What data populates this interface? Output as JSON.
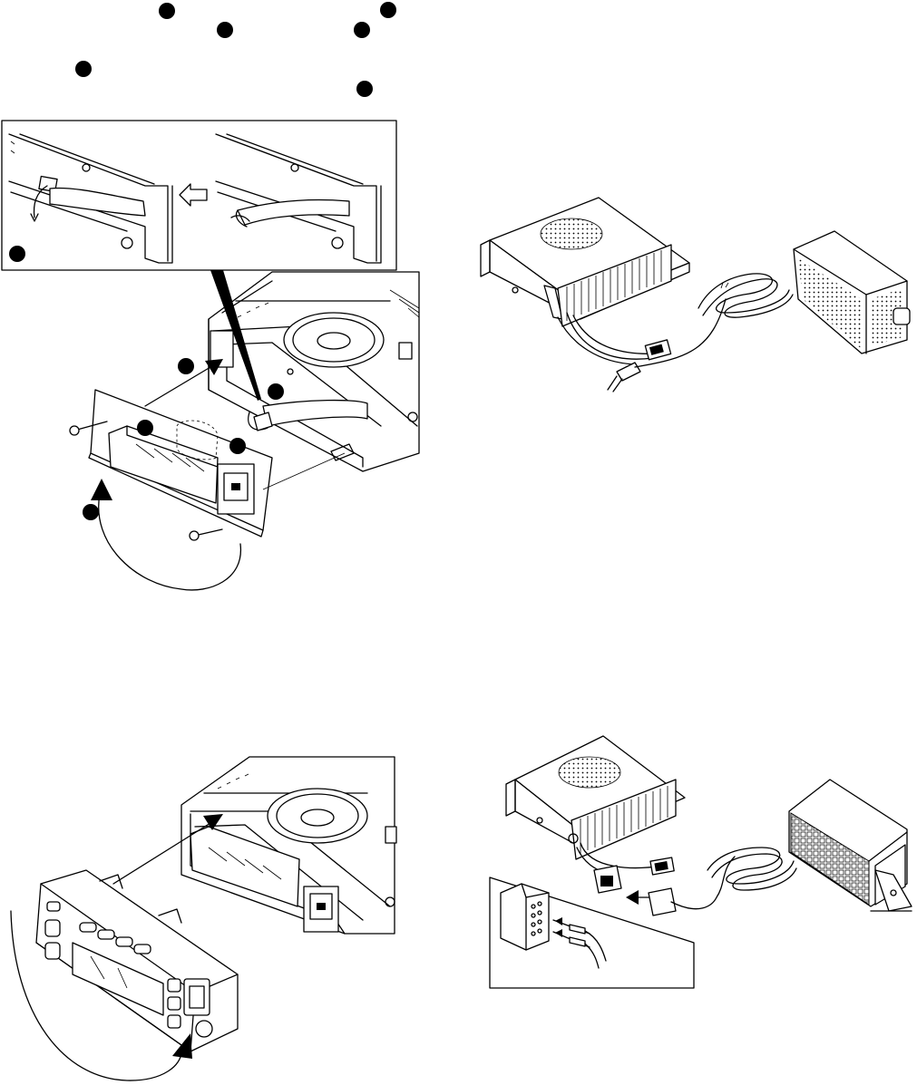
{
  "figures": [
    {
      "id": "fig-a",
      "subject": "speaker-board-cable-routing",
      "step_markers": 12
    },
    {
      "id": "fig-b",
      "subject": "radio-with-external-speaker"
    },
    {
      "id": "fig-c",
      "subject": "front-panel-attachment"
    },
    {
      "id": "fig-d",
      "subject": "radio-with-large-external-speaker-and-connector-detail"
    }
  ],
  "icons": [
    "step-marker-icon",
    "arrow-left-outline-icon",
    "curved-arrow-icon",
    "mounting-screw-icon",
    "modular-jack-icon",
    "speaker-grille-icon"
  ],
  "colors": {
    "ink": "#000000",
    "paper": "#ffffff",
    "shade": "#d8d8d8"
  }
}
